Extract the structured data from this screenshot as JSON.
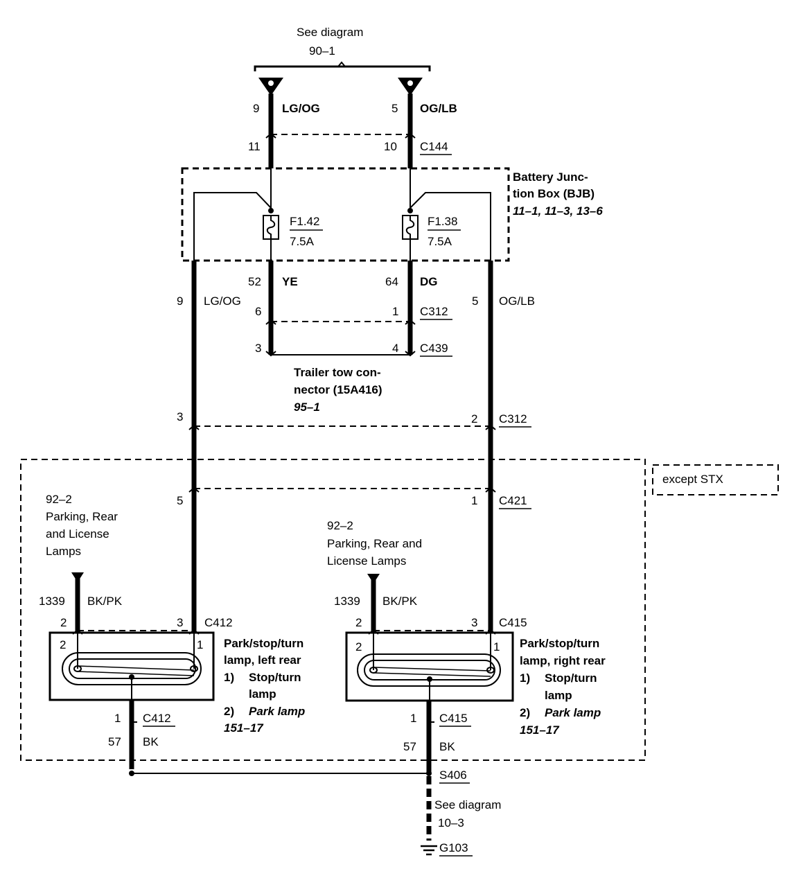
{
  "top": {
    "see_diagram": "See diagram",
    "ref": "90–1"
  },
  "top_wires": {
    "left_circuit": "9",
    "left_color": "LG/OG",
    "right_circuit": "5",
    "right_color": "OG/LB"
  },
  "c144": {
    "left_pin": "11",
    "right_pin": "10",
    "name": "C144"
  },
  "bjb": {
    "title_line1": "Battery Junc-",
    "title_line2": "tion Box (BJB)",
    "refs": "11–1, 11–3, 13–6",
    "fuse_left_name": "F1.42",
    "fuse_left_rating": "7.5A",
    "fuse_right_name": "F1.38",
    "fuse_right_rating": "7.5A"
  },
  "mid_wires": {
    "ye_circuit": "52",
    "ye_color": "YE",
    "dg_circuit": "64",
    "dg_color": "DG",
    "left_circuit": "9",
    "left_color": "LG/OG",
    "right_circuit": "5",
    "right_color": "OG/LB"
  },
  "c312_upper": {
    "left_pin": "6",
    "right_pin": "1",
    "name": "C312"
  },
  "c439": {
    "left_pin": "3",
    "right_pin": "4",
    "name": "C439"
  },
  "trailer": {
    "line1": "Trailer tow con-",
    "line2": "nector (15A416)",
    "ref": "95–1"
  },
  "c312_lower": {
    "left_pin": "3",
    "right_pin": "2",
    "name": "C312"
  },
  "except": "except STX",
  "c421": {
    "left_pin": "5",
    "right_pin": "1",
    "name": "C421"
  },
  "left_lamp": {
    "ref": "92–2",
    "desc1": "Parking, Rear",
    "desc2": "and License",
    "desc3": "Lamps",
    "circuit": "1339",
    "color": "BK/PK",
    "pin_a": "2",
    "pin_b": "3",
    "connector": "C412",
    "inner_pin_a": "2",
    "inner_pin_b": "1",
    "title1": "Park/stop/turn",
    "title2": "lamp, left rear",
    "item1_num": "1)",
    "item1_a": "Stop/turn",
    "item1_b": "lamp",
    "item2_num": "2)",
    "item2": "Park lamp",
    "ref2": "151–17",
    "gnd_pin": "1",
    "gnd_connector": "C412",
    "gnd_circuit": "57",
    "gnd_color": "BK"
  },
  "right_lamp": {
    "ref": "92–2",
    "desc1": "Parking, Rear and",
    "desc2": "License Lamps",
    "circuit": "1339",
    "color": "BK/PK",
    "pin_a": "2",
    "pin_b": "3",
    "connector": "C415",
    "inner_pin_a": "2",
    "inner_pin_b": "1",
    "title1": "Park/stop/turn",
    "title2": "lamp, right rear",
    "item1_num": "1)",
    "item1_a": "Stop/turn",
    "item1_b": "lamp",
    "item2_num": "2)",
    "item2": "Park lamp",
    "ref2": "151–17",
    "gnd_pin": "1",
    "gnd_connector": "C415",
    "gnd_circuit": "57",
    "gnd_color": "BK"
  },
  "ground": {
    "splice": "S406",
    "see_diagram": "See diagram",
    "ref": "10–3",
    "ground_name": "G103"
  }
}
